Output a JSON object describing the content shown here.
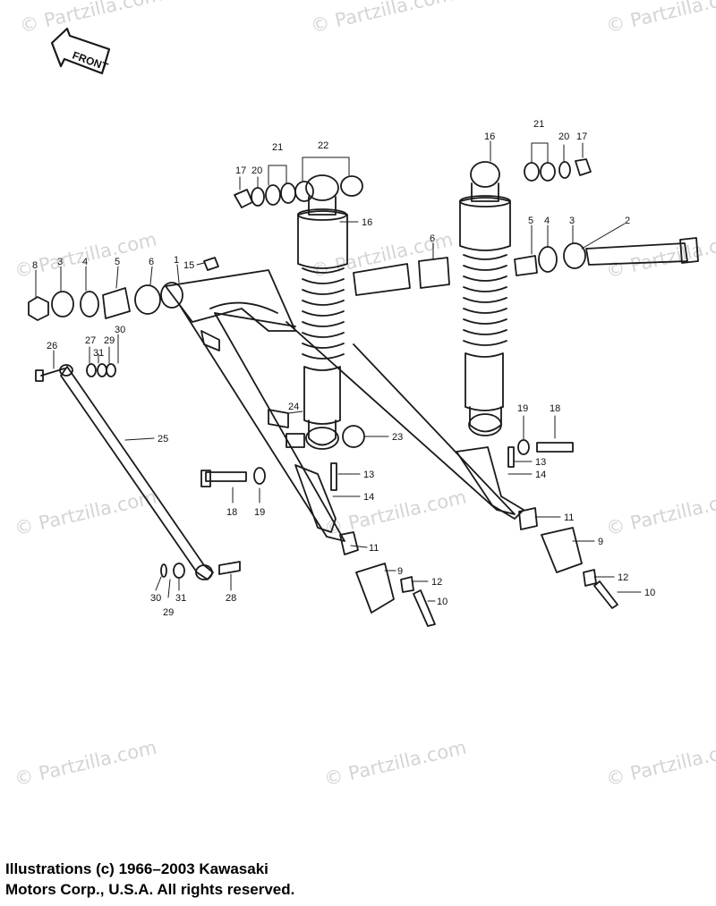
{
  "diagram": {
    "front_label": "FRONT",
    "watermark_text": "© Partzilla.com",
    "line_color": "#1a1a1a",
    "watermark_color": "#d4d4d4",
    "copyright_lines": [
      "Illustrations (c) 1966–2003 Kawasaki",
      "Motors Corp., U.S.A.  All rights reserved."
    ],
    "callouts": [
      "1",
      "2",
      "3",
      "3",
      "4",
      "4",
      "5",
      "5",
      "6",
      "6",
      "8",
      "9",
      "9",
      "10",
      "10",
      "11",
      "11",
      "12",
      "12",
      "13",
      "13",
      "14",
      "14",
      "15",
      "16",
      "16",
      "17",
      "17",
      "18",
      "18",
      "19",
      "19",
      "20",
      "20",
      "21",
      "21",
      "22",
      "23",
      "24",
      "25",
      "26",
      "27",
      "28",
      "29",
      "29",
      "30",
      "30",
      "31",
      "31"
    ]
  }
}
